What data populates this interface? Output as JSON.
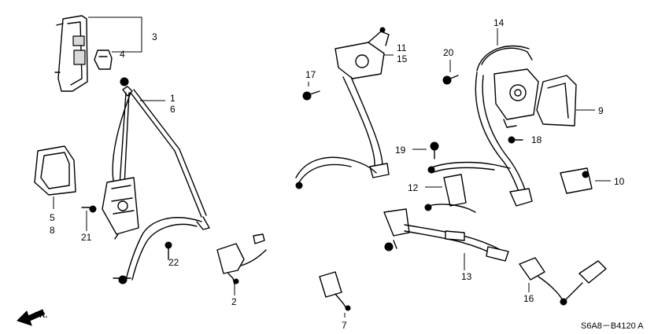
{
  "callouts": {
    "c1": "1",
    "c2": "2",
    "c3": "3",
    "c4": "4",
    "c5": "5",
    "c6": "6",
    "c7": "7",
    "c8": "8",
    "c9": "9",
    "c10": "10",
    "c11": "11",
    "c12": "12",
    "c13": "13",
    "c14": "14",
    "c15": "15",
    "c16": "16",
    "c17": "17",
    "c18": "18",
    "c19": "19",
    "c20": "20",
    "c21": "21",
    "c22": "22"
  },
  "direction_label": "FR.",
  "diagram_code": "S6A8－B4120 A"
}
